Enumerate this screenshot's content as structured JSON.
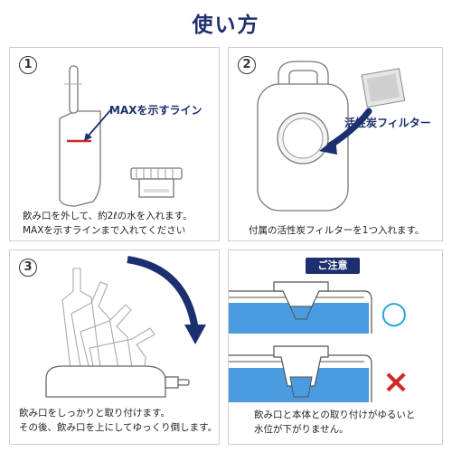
{
  "title": "使い方",
  "steps": [
    {
      "number": "1",
      "callout": "MAXを示すライン",
      "caption_line1": "飲み口を外して、約2ℓの水を入れます。",
      "caption_line2": "MAXを示すラインまで入れてください"
    },
    {
      "number": "2",
      "callout": "活性炭フィルター",
      "caption_line1": "付属の活性炭フィルターを1つ入れます。"
    },
    {
      "number": "3",
      "caption_line1": "飲み口をしっかりと取り付けます。",
      "caption_line2": "その後、飲み口を上にしてゆっくり倒します。"
    }
  ],
  "caution": {
    "badge": "ご注意",
    "caption_line1": "飲み口と本体との取り付けがゆるいと",
    "caption_line2": "水位が下がりません。",
    "ok_mark": "○",
    "ng_mark": "×"
  },
  "colors": {
    "navy": "#1c2f6e",
    "water": "#4a9be0",
    "ok": "#2aa4d8",
    "ng": "#cf2a2a",
    "max_line": "#cf2a2a"
  }
}
